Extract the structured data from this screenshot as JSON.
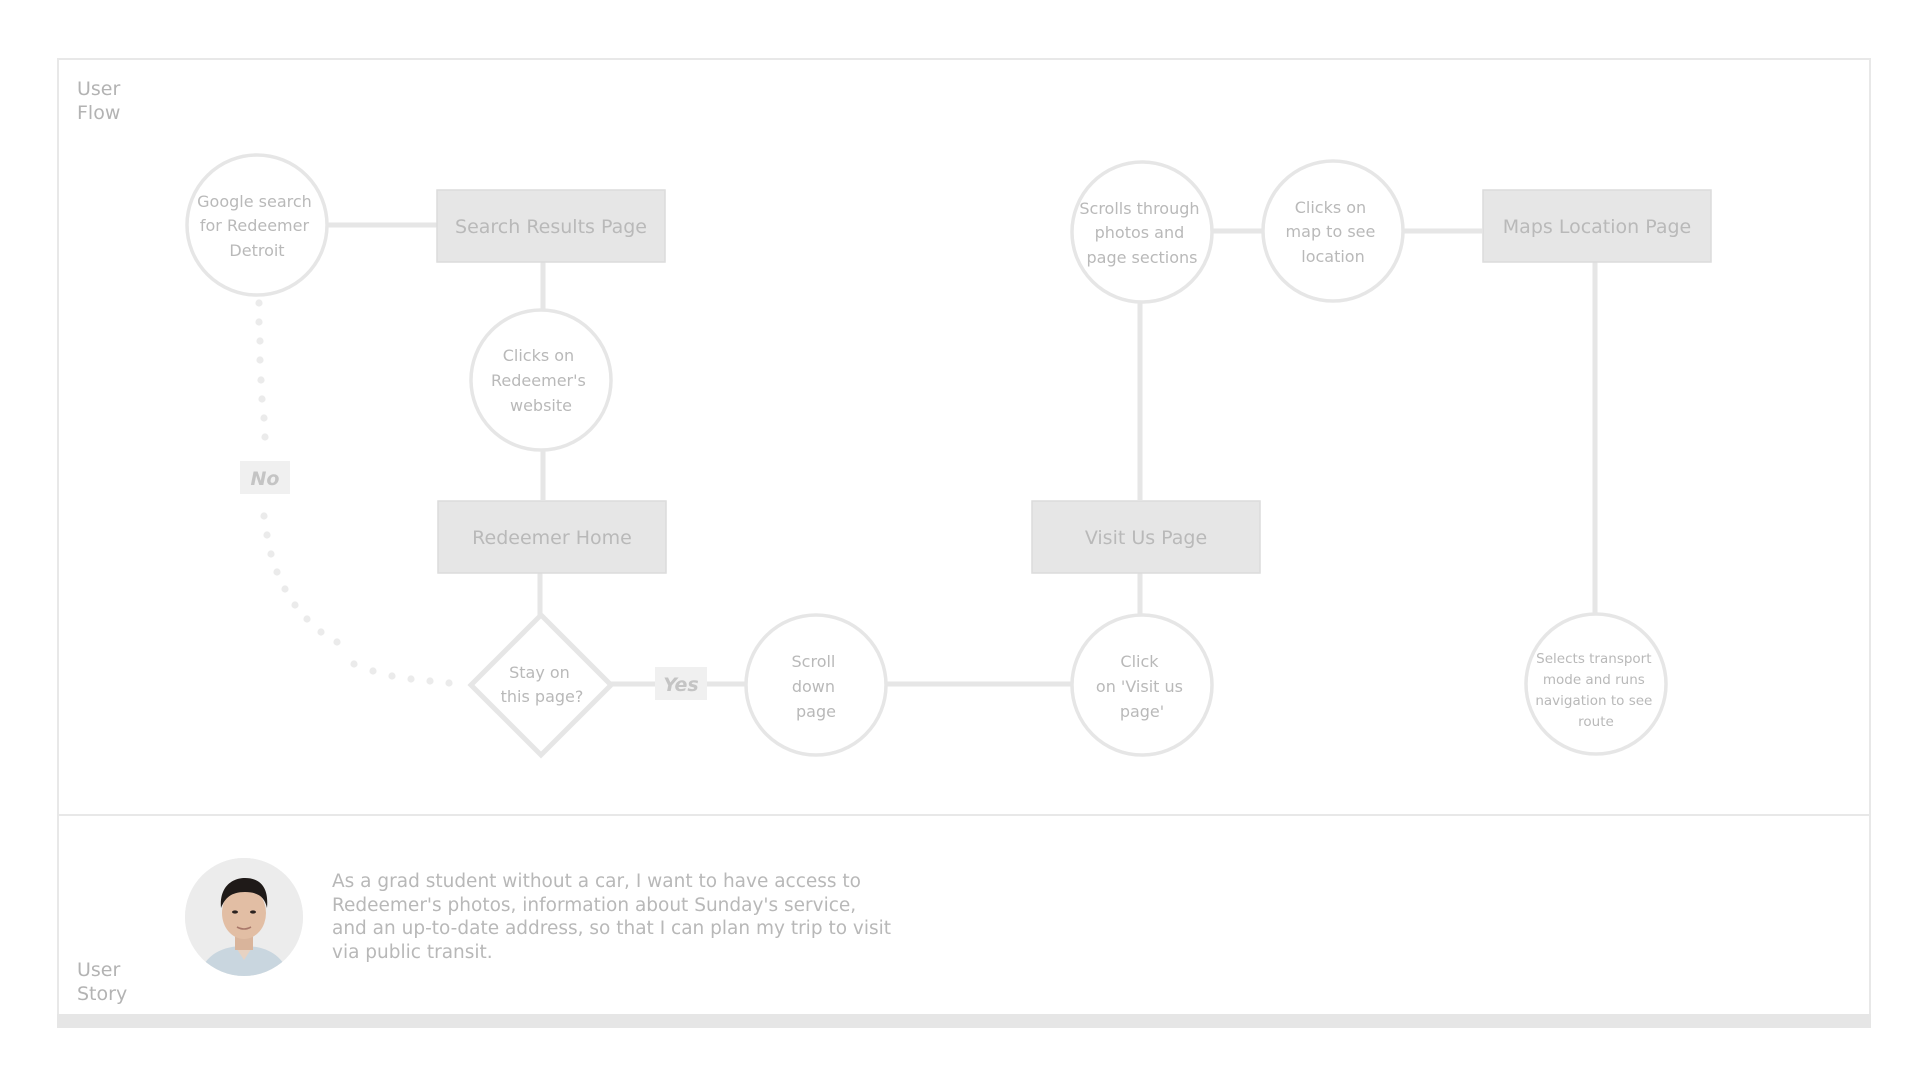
{
  "sections": {
    "flow_label": [
      "User",
      "Flow"
    ],
    "story_label": [
      "User",
      "Story"
    ]
  },
  "nodes": [
    {
      "id": "google-search",
      "shape": "circle",
      "lines": [
        "Google search",
        "for Redeemer",
        "Detroit"
      ]
    },
    {
      "id": "search-results-page",
      "shape": "rect",
      "lines": [
        "Search Results Page"
      ]
    },
    {
      "id": "clicks-website",
      "shape": "circle",
      "lines": [
        "Clicks on",
        "Redeemer's",
        "website"
      ]
    },
    {
      "id": "redeemer-home",
      "shape": "rect",
      "lines": [
        "Redeemer Home"
      ]
    },
    {
      "id": "stay-on-page",
      "shape": "diamond",
      "lines": [
        "Stay on",
        "this page?"
      ]
    },
    {
      "id": "scroll-down",
      "shape": "circle",
      "lines": [
        "Scroll",
        "down",
        "page"
      ]
    },
    {
      "id": "click-visit-us",
      "shape": "circle",
      "lines": [
        "Click",
        "on 'Visit us",
        "page'"
      ]
    },
    {
      "id": "visit-us-page",
      "shape": "rect",
      "lines": [
        "Visit Us Page"
      ]
    },
    {
      "id": "scrolls-photos",
      "shape": "circle",
      "lines": [
        "Scrolls through",
        "photos and",
        "page sections"
      ]
    },
    {
      "id": "clicks-map",
      "shape": "circle",
      "lines": [
        "Clicks on",
        "map to see",
        "location"
      ]
    },
    {
      "id": "maps-location-page",
      "shape": "rect",
      "lines": [
        "Maps Location Page"
      ]
    },
    {
      "id": "selects-transport",
      "shape": "circle",
      "lines": [
        "Selects transport",
        "mode and runs",
        "navigation to see",
        "route"
      ]
    }
  ],
  "edges": [
    {
      "from": "google-search",
      "to": "search-results-page",
      "style": "solid"
    },
    {
      "from": "search-results-page",
      "to": "clicks-website",
      "style": "solid"
    },
    {
      "from": "clicks-website",
      "to": "redeemer-home",
      "style": "solid"
    },
    {
      "from": "redeemer-home",
      "to": "stay-on-page",
      "style": "solid"
    },
    {
      "from": "stay-on-page",
      "to": "scroll-down",
      "style": "solid",
      "label": "Yes"
    },
    {
      "from": "stay-on-page",
      "to": "google-search",
      "style": "dotted",
      "label": "No"
    },
    {
      "from": "scroll-down",
      "to": "click-visit-us",
      "style": "solid"
    },
    {
      "from": "click-visit-us",
      "to": "visit-us-page",
      "style": "solid"
    },
    {
      "from": "visit-us-page",
      "to": "scrolls-photos",
      "style": "solid"
    },
    {
      "from": "scrolls-photos",
      "to": "clicks-map",
      "style": "solid"
    },
    {
      "from": "clicks-map",
      "to": "maps-location-page",
      "style": "solid"
    },
    {
      "from": "maps-location-page",
      "to": "selects-transport",
      "style": "solid"
    }
  ],
  "user_story": {
    "text": "As a grad student without a car, I want to have access to Redeemer's photos, information about Sunday's service, and an up-to-date address, so that I can plan my trip to visit via public transit.",
    "avatar": "user-avatar-photo"
  },
  "colors": {
    "stroke": "#e6e6e6",
    "box_fill": "#e6e6e6",
    "text": "#b9b9b9",
    "frame": "#e8e8e8"
  }
}
